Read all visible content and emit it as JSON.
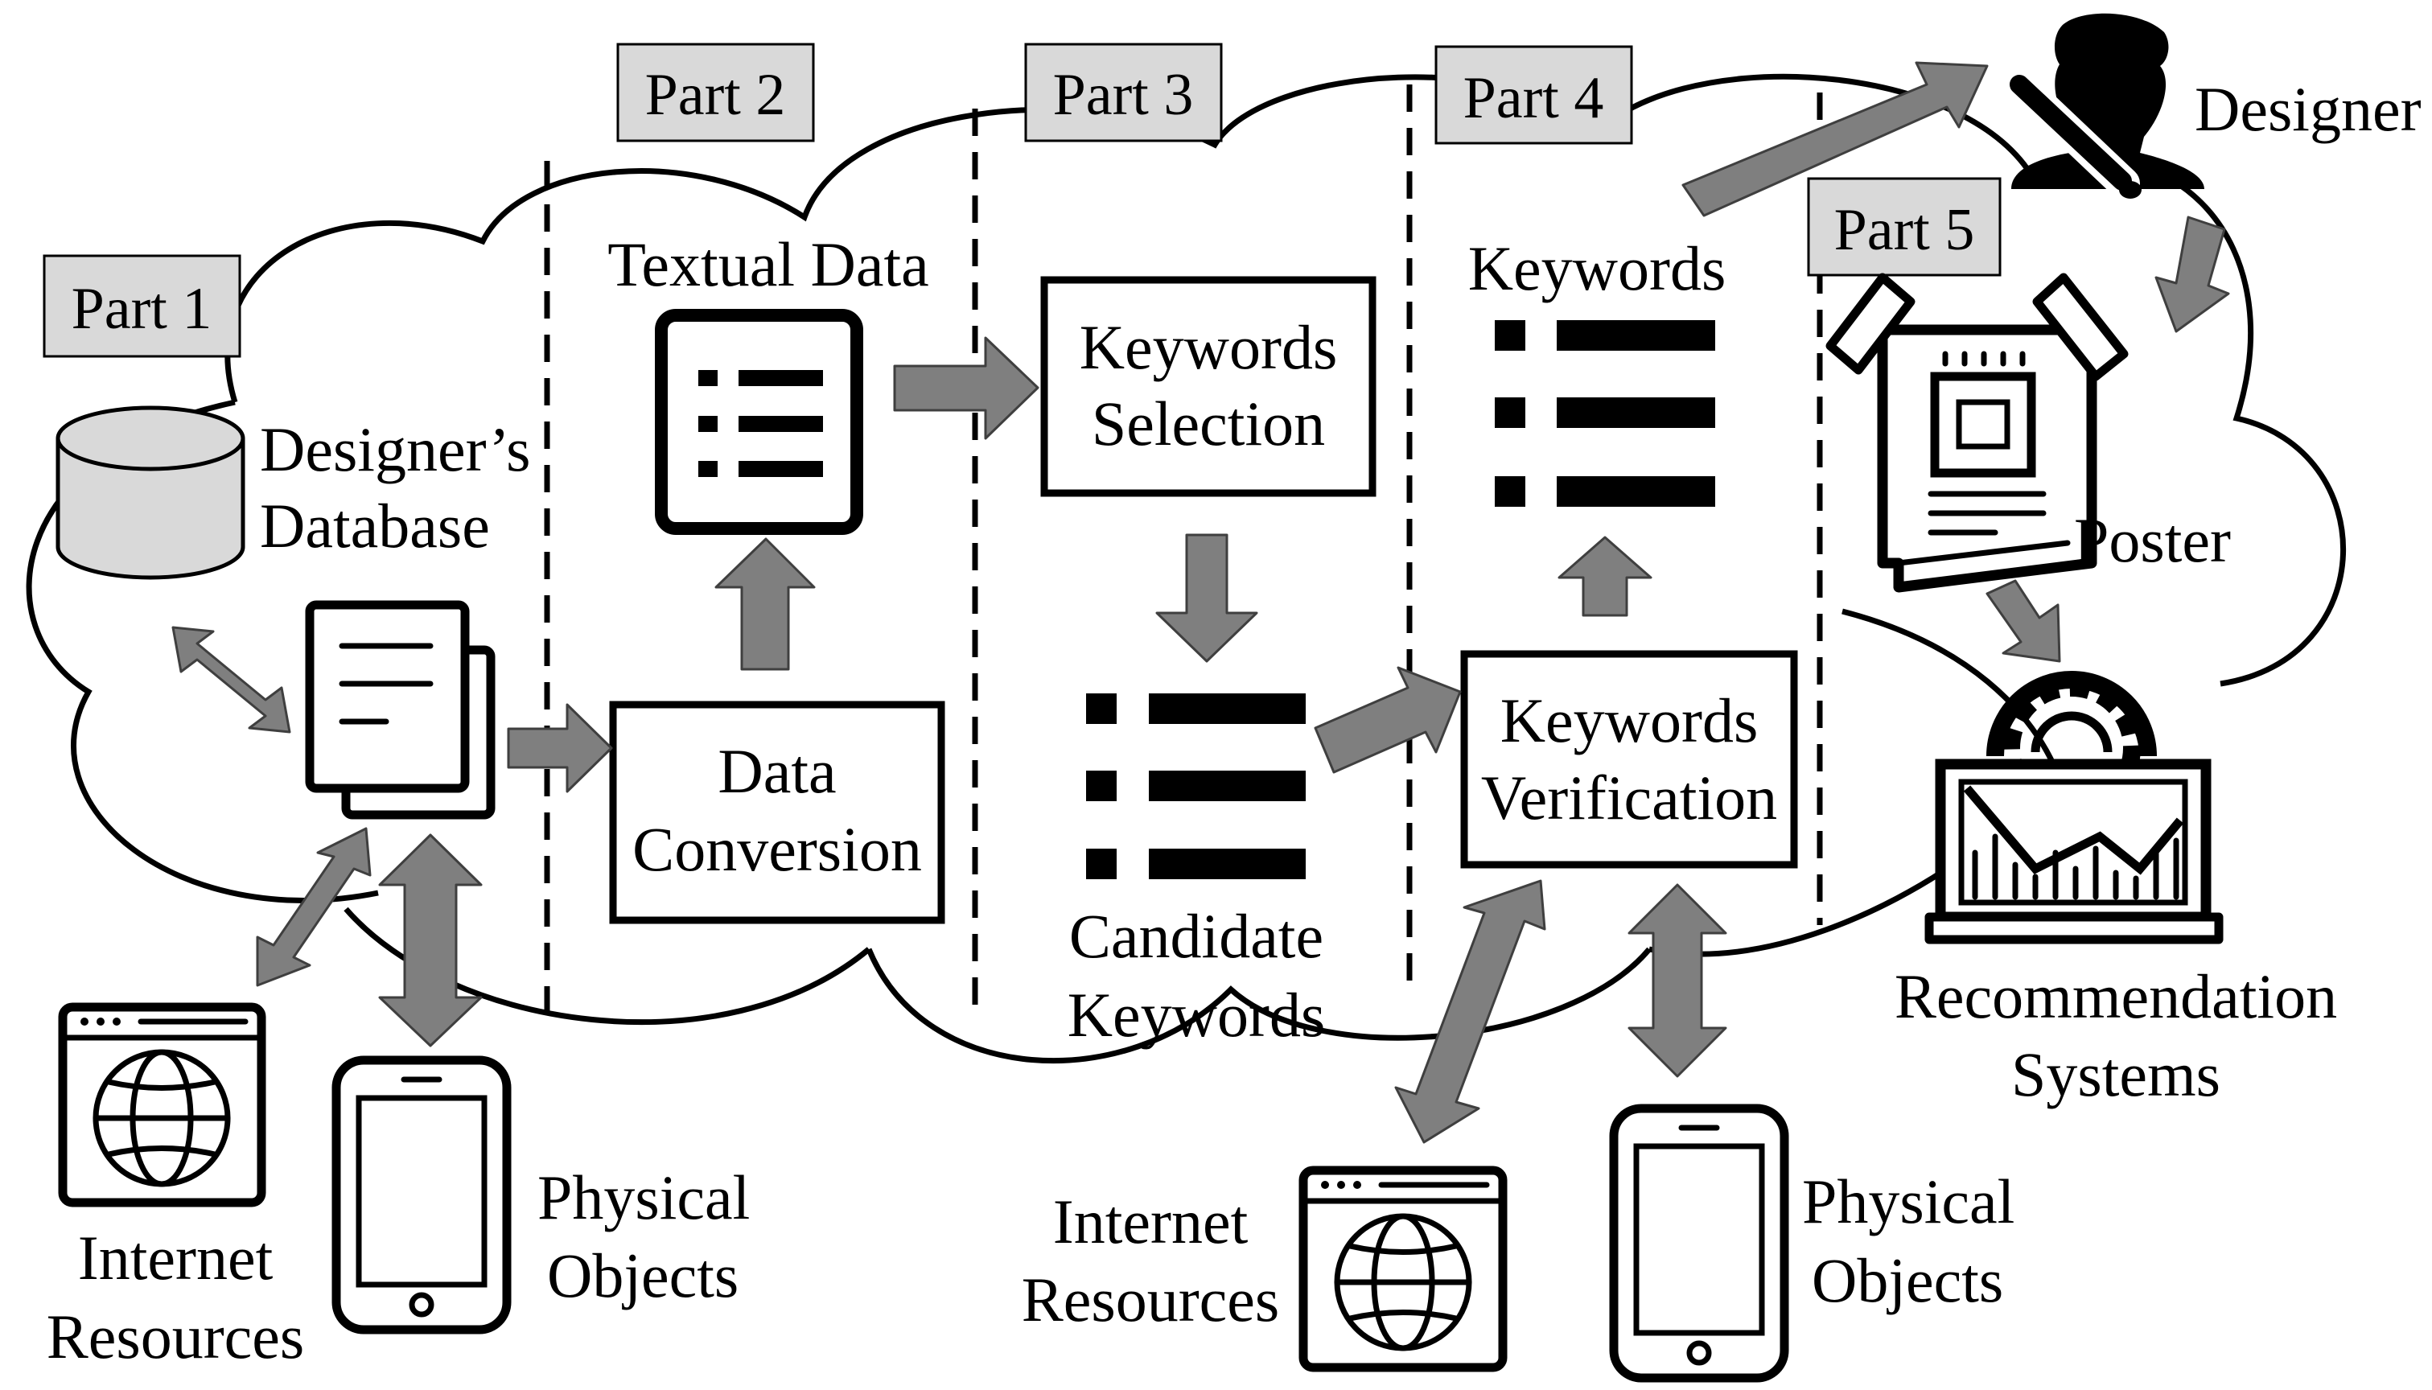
{
  "parts": [
    "Part 1",
    "Part 2",
    "Part 3",
    "Part 4",
    "Part 5"
  ],
  "labels": {
    "designers_database": [
      "Designer’s",
      "Database"
    ],
    "textual_data": "Textual Data",
    "keywords_selection": [
      "Keywords",
      "Selection"
    ],
    "keywords": "Keywords",
    "designer": "Designer",
    "poster": "Poster",
    "data_conversion": [
      "Data",
      "Conversion"
    ],
    "candidate_keywords": [
      "Candidate",
      "Keywords"
    ],
    "keywords_verification": [
      "Keywords",
      "Verification"
    ],
    "recommendation_systems": [
      "Recommendation",
      "Systems"
    ],
    "internet_resources_left": [
      "Internet",
      "Resources"
    ],
    "physical_objects_left": [
      "Physical",
      "Objects"
    ],
    "internet_resources_right": [
      "Internet",
      "Resources"
    ],
    "physical_objects_right": [
      "Physical",
      "Objects"
    ]
  },
  "icons": [
    "database-icon",
    "documents-icon",
    "list-document-icon",
    "bullet-list-icon",
    "person-brush-icon",
    "poster-icon",
    "laptop-gear-chart-icon",
    "browser-globe-icon",
    "smartphone-icon"
  ],
  "colors": {
    "part_fill": "#d9d9d9",
    "arrow_fill": "#7f7f7f",
    "database_fill": "#d9d9d9"
  }
}
